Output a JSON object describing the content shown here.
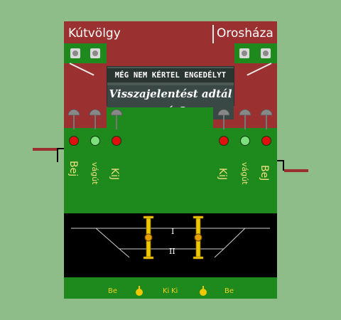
{
  "stations": {
    "left": "Kútvölgy",
    "right": "Orosháza"
  },
  "banner": {
    "line1": "MÉG NEM KÉRTEL ENGEDÉLYT",
    "line2": "Visszajelentést adtál már?"
  },
  "left_signals": {
    "labels": [
      "Bej",
      "vágút",
      "KiJ"
    ],
    "lamp_colors": [
      "#e01010",
      "#7de07d",
      "#e01010"
    ]
  },
  "right_signals": {
    "labels": [
      "KiJ",
      "vágút",
      "BeJ"
    ],
    "lamp_colors": [
      "#e01010",
      "#7de07d",
      "#e01010"
    ]
  },
  "tracks": {
    "track1": "I",
    "track2": "II"
  },
  "bottom": {
    "be_left": "Be",
    "ki_left": "Ki",
    "ki_right": "Ki",
    "be_right": "Be"
  },
  "colors": {
    "panel": "#9b3030",
    "green": "#1e8a1e",
    "track_bg": "#000000",
    "button_yellow": "#f0c800"
  }
}
